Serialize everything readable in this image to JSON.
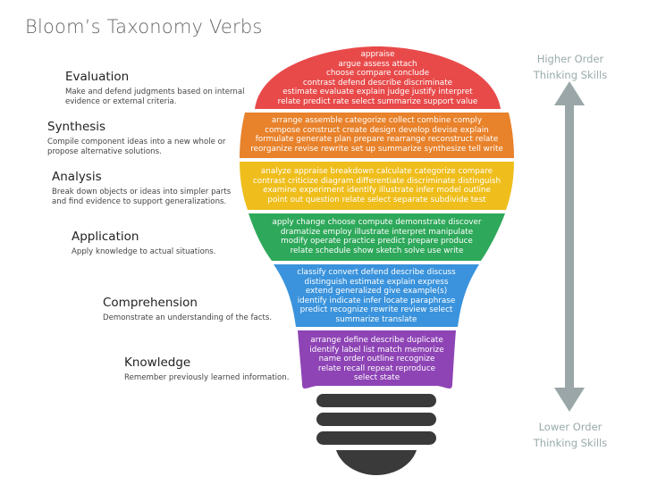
{
  "title": "Bloom’s Taxonomy Verbs",
  "higher": [
    "Higher Order",
    "Thinking Skills"
  ],
  "lower": [
    "Lower Order",
    "Thinking Skills"
  ],
  "levels": [
    {
      "name": "Evaluation",
      "desc": "Make and defend judgments based on internal evidence or external criteria.",
      "color": "#e84a4a",
      "verbs": "appraise\nargue assess attach\nchoose compare conclude\ncontrast defend describe discriminate\nestimate evaluate explain judge justify interpret\nrelate predict rate select summarize support value"
    },
    {
      "name": "Synthesis",
      "desc": "Compile component ideas into a new whole or propose alternative solutions.",
      "color": "#e8822b",
      "verbs": "arrange assemble categorize collect combine comply\ncompose construct create design develop devise explain\nformulate generate plan prepare rearrange reconstruct relate\nreorganize revise rewrite set up summarize synthesize tell write"
    },
    {
      "name": "Analysis",
      "desc": "Break down objects or ideas into simpler parts and find evidence to support generalizations.",
      "color": "#efbe1c",
      "verbs": "analyze appraise breakdown calculate categorize compare\ncontrast criticize diagram differentiate discriminate distinguish\nexamine experiment identify illustrate infer model outline\npoint out question relate select separate subdivide test"
    },
    {
      "name": "Application",
      "desc": "Apply knowledge to actual situations.",
      "color": "#2ea85a",
      "verbs": "apply change choose compute demonstrate discover\ndramatize employ illustrate interpret manipulate\nmodify operate practice predict prepare produce\nrelate schedule show sketch solve use write"
    },
    {
      "name": "Comprehension",
      "desc": "Demonstrate an understanding of the facts.",
      "color": "#3a93dc",
      "verbs": "classify convert defend describe discuss\ndistinguish estimate explain express\nextend generalized give example(s)\nidentify indicate infer locate paraphrase\npredict recognize rewrite review select\nsummarize translate"
    },
    {
      "name": "Knowledge",
      "desc": "Remember previously learned information.",
      "color": "#8e44b5",
      "verbs": "arrange define describe duplicate\nidentify label list match memorize\nname order outline recognize\nrelate recall repeat reproduce\nselect state"
    }
  ]
}
